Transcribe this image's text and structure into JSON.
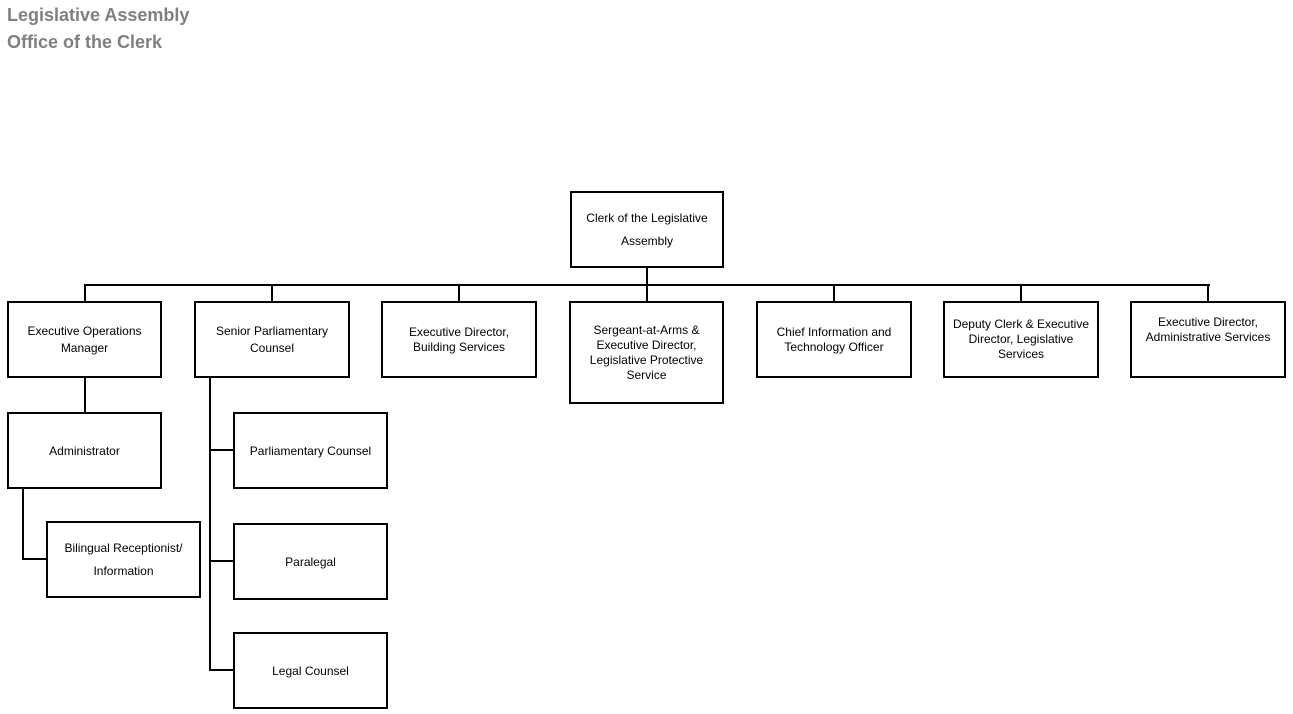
{
  "title": {
    "line1": "Legislative Assembly",
    "line2": "Office of the Clerk"
  },
  "colors": {
    "title": "#808080",
    "border": "#000000",
    "line": "#000000",
    "text": "#000000",
    "box_bg": "#ffffff"
  },
  "org": {
    "clerk": {
      "label": "Clerk of the Legislative\nAssembly",
      "reports_to": null
    },
    "executive_operations_manager": {
      "label": "Executive Operations\nManager",
      "reports_to": "clerk"
    },
    "senior_parliamentary_counsel": {
      "label": "Senior Parliamentary\nCounsel",
      "reports_to": "clerk"
    },
    "executive_director_building_services": {
      "label": "Executive Director,\nBuilding Services",
      "reports_to": "clerk"
    },
    "sergeant_at_arms": {
      "label": "Sergeant-at-Arms &\nExecutive Director,\nLegislative Protective\nService",
      "reports_to": "clerk"
    },
    "chief_information_technology_officer": {
      "label": "Chief Information and\nTechnology Officer",
      "reports_to": "clerk"
    },
    "deputy_clerk": {
      "label": "Deputy Clerk & Executive\nDirector, Legislative\nServices",
      "reports_to": "clerk"
    },
    "executive_director_administrative_services": {
      "label": "Executive Director,\nAdministrative Services",
      "reports_to": "clerk"
    },
    "administrator": {
      "label": "Administrator",
      "reports_to": "executive_operations_manager"
    },
    "bilingual_receptionist": {
      "label": "Bilingual Receptionist/\nInformation",
      "reports_to": "administrator"
    },
    "parliamentary_counsel": {
      "label": "Parliamentary Counsel",
      "reports_to": "senior_parliamentary_counsel"
    },
    "paralegal": {
      "label": "Paralegal",
      "reports_to": "senior_parliamentary_counsel"
    },
    "legal_counsel": {
      "label": "Legal Counsel",
      "reports_to": "senior_parliamentary_counsel"
    }
  }
}
